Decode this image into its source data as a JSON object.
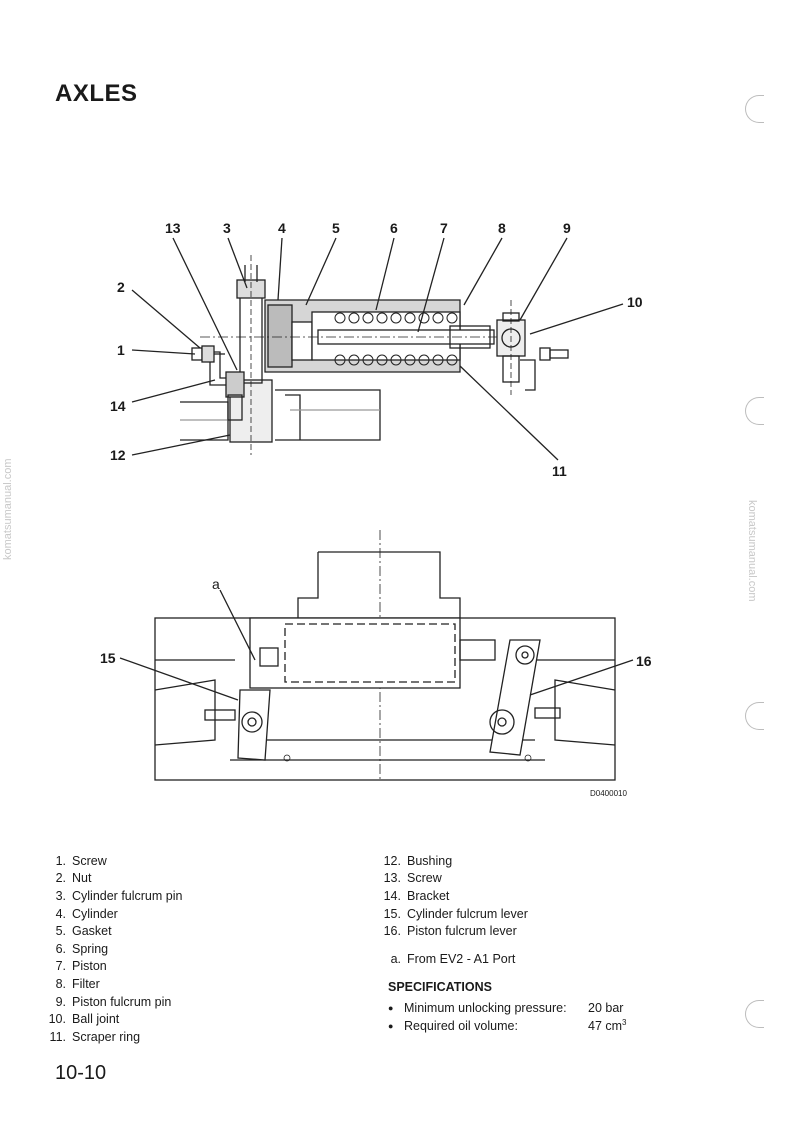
{
  "page": {
    "title": "AXLES",
    "page_number": "10-10",
    "watermark": "komatsumanual.com"
  },
  "figure": {
    "drawing_code": "D0400010",
    "callouts_top": [
      "13",
      "3",
      "4",
      "5",
      "6",
      "7",
      "8",
      "9",
      "10",
      "2",
      "1",
      "14",
      "12",
      "11"
    ],
    "callouts_bottom": [
      "a",
      "15",
      "16"
    ]
  },
  "legend": {
    "left": [
      {
        "num": "1.",
        "label": "Screw"
      },
      {
        "num": "2.",
        "label": "Nut"
      },
      {
        "num": "3.",
        "label": "Cylinder fulcrum pin"
      },
      {
        "num": "4.",
        "label": "Cylinder"
      },
      {
        "num": "5.",
        "label": "Gasket"
      },
      {
        "num": "6.",
        "label": "Spring"
      },
      {
        "num": "7.",
        "label": "Piston"
      },
      {
        "num": "8.",
        "label": "Filter"
      },
      {
        "num": "9.",
        "label": "Piston fulcrum pin"
      },
      {
        "num": "10.",
        "label": "Ball joint"
      },
      {
        "num": "11.",
        "label": "Scraper ring"
      }
    ],
    "right": [
      {
        "num": "12.",
        "label": "Bushing"
      },
      {
        "num": "13.",
        "label": "Screw"
      },
      {
        "num": "14.",
        "label": "Bracket"
      },
      {
        "num": "15.",
        "label": "Cylinder fulcrum lever"
      },
      {
        "num": "16.",
        "label": "Piston fulcrum lever"
      }
    ],
    "note": {
      "num": "a.",
      "label": "From EV2 - A1 Port"
    }
  },
  "specifications": {
    "title": "SPECIFICATIONS",
    "items": [
      {
        "label": "Minimum unlocking pressure:",
        "value": "20 bar"
      },
      {
        "label": "Required oil volume:",
        "value": "47 cm",
        "sup": "3"
      }
    ]
  }
}
